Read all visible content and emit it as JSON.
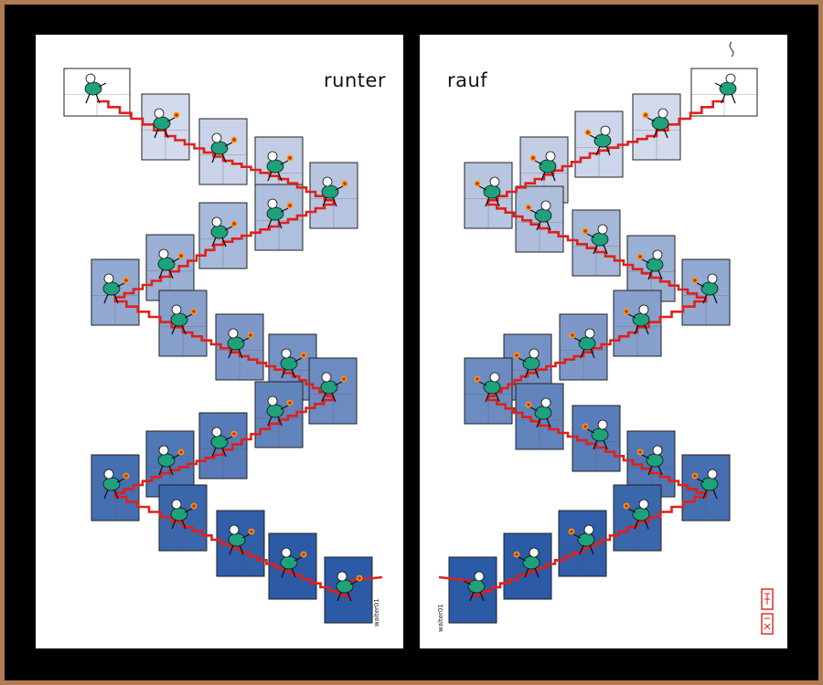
{
  "titles": {
    "left": "runter",
    "right": "rauf"
  },
  "signatures": {
    "left": "walter01",
    "right": "walter01"
  },
  "colors": {
    "frame_border": "#b07a55",
    "mat": "#000000",
    "paper": "#ffffff",
    "stair_line": "#e0201a",
    "figure_body": "#1fa27c",
    "panel_lightest": "#e9ebf6",
    "panel_darkest": "#2b5aa6"
  },
  "icons": {
    "figure": "walking-figure-icon",
    "flame": "torch-flame-icon",
    "stamp": "red-seal-stamp"
  }
}
